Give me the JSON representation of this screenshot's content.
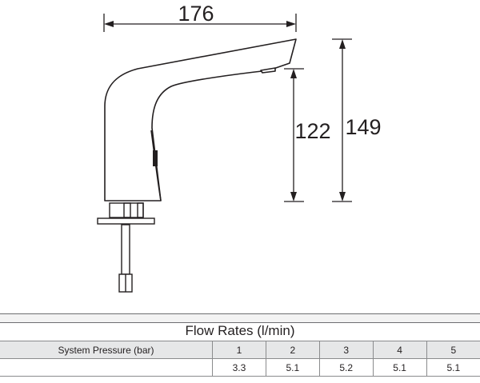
{
  "dimensions": {
    "width": "176",
    "spout_height": "122",
    "overall_height": "149"
  },
  "table": {
    "title": "Flow Rates (l/min)",
    "row_label": "System Pressure (bar)",
    "pressures": [
      "1",
      "2",
      "3",
      "4",
      "5"
    ],
    "flow_rates": [
      "3.3",
      "5.1",
      "5.2",
      "5.1",
      "5.1"
    ]
  }
}
